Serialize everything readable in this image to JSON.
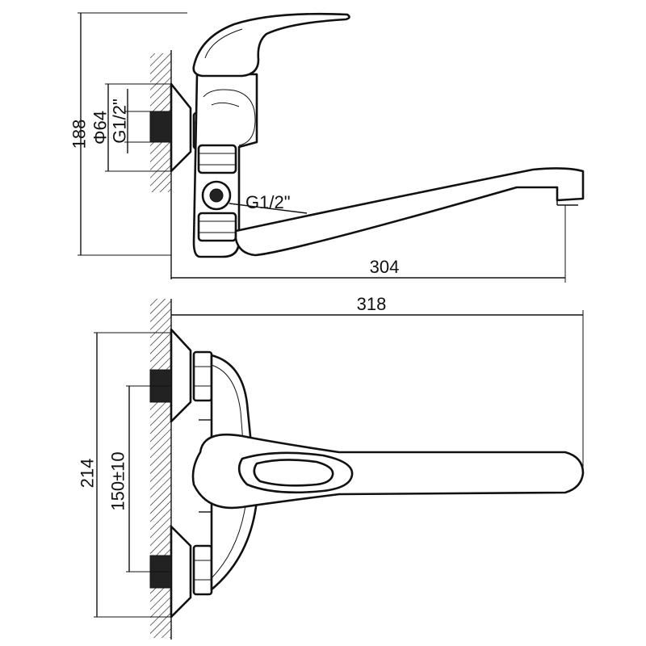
{
  "top_view": {
    "height_label": "188",
    "diameter_label": "Φ64",
    "wall_thread_label": "G1/2\"",
    "outlet_thread_label": "G1/2\"",
    "length_label": "304"
  },
  "front_view": {
    "length_label": "318",
    "height_label": "214",
    "spacing_label": "150±10"
  }
}
